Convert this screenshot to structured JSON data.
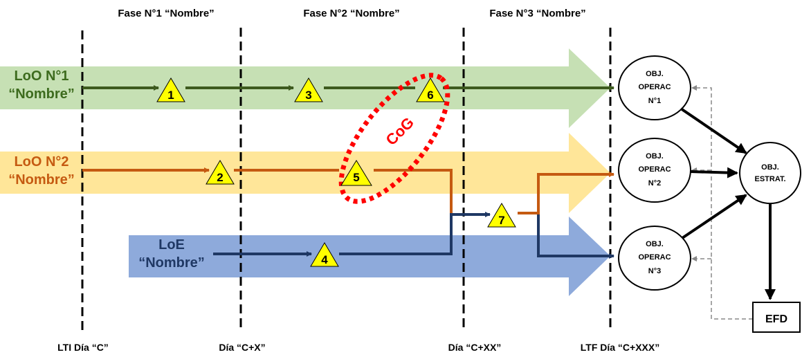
{
  "phases": [
    {
      "label": "Fase N°1 “Nombre”"
    },
    {
      "label": "Fase N°2 “Nombre”"
    },
    {
      "label": "Fase N°3 “Nombre”"
    }
  ],
  "timeline": [
    {
      "label": "LTI Día “C”"
    },
    {
      "label": "Día “C+X”"
    },
    {
      "label": "Día “C+XX”"
    },
    {
      "label": "LTF Día “C+XXX”"
    }
  ],
  "lines": [
    {
      "line1": "LoO N°1",
      "line2": "“Nombre”",
      "color": "#3d5a1e",
      "band": "#c6e0b4"
    },
    {
      "line1": "LoO N°2",
      "line2": "“Nombre”",
      "color": "#c55a11",
      "band": "#ffe699"
    },
    {
      "line1": "LoE",
      "line2": "“Nombre”",
      "color": "#1f3864",
      "band": "#8eaadb"
    }
  ],
  "markers": [
    "1",
    "2",
    "3",
    "4",
    "5",
    "6",
    "7"
  ],
  "cog": {
    "label": "CoG",
    "color": "#ff0000"
  },
  "objectives": [
    {
      "line1": "OBJ.",
      "line2": "OPERAC",
      "line3": "N°1"
    },
    {
      "line1": "OBJ.",
      "line2": "OPERAC",
      "line3": "N°2"
    },
    {
      "line1": "OBJ.",
      "line2": "OPERAC",
      "line3": "N°3"
    }
  ],
  "strategic": {
    "line1": "OBJ.",
    "line2": "ESTRAT."
  },
  "end_state": {
    "label": "EFD"
  },
  "colors": {
    "marker_fill": "#ffff00"
  }
}
